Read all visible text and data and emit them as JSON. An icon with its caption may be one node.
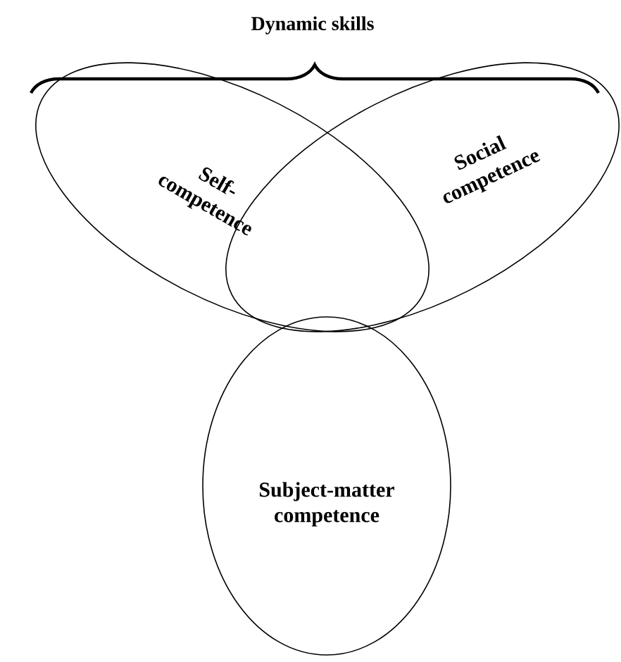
{
  "diagram": {
    "title": "Dynamic skills",
    "nodes": [
      {
        "text": [
          "Self-competence"
        ]
      },
      {
        "text": [
          "Social competence"
        ]
      },
      {
        "text": [
          "Subject-matter competence"
        ]
      }
    ]
  }
}
